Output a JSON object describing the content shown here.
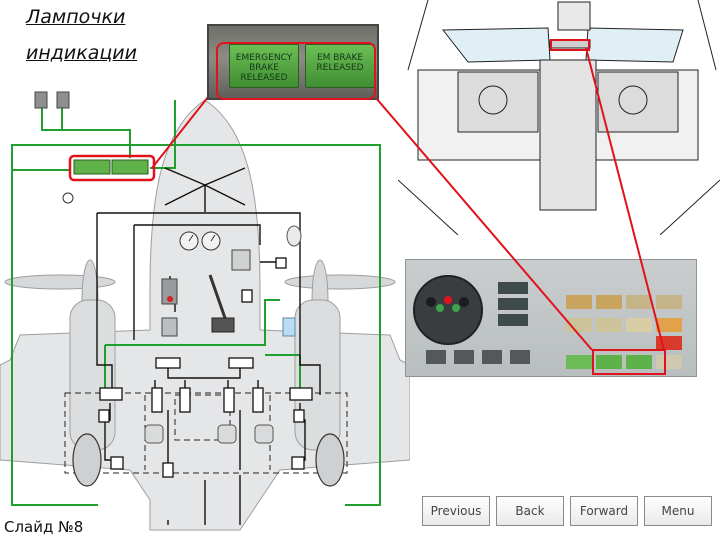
{
  "slide": {
    "title_line1": "Лампочки",
    "title_line2": "индикации",
    "slide_number": "Слайд №8"
  },
  "zoom_lamps": [
    {
      "label": "EMERGENCY BRAKE RELEASED"
    },
    {
      "label": "EM BRAKE RELEASED"
    }
  ],
  "nav": {
    "previous": "Previous",
    "back": "Back",
    "forward": "Forward",
    "menu": "Menu"
  },
  "colors": {
    "highlight": "#e0121b",
    "hydraulic_line": "#1fa02e",
    "lamp_green": "#5fb24a"
  }
}
